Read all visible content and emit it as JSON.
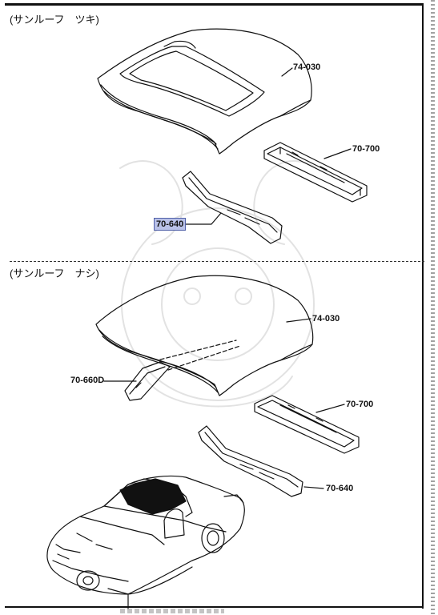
{
  "sections": [
    {
      "label": "(サンルーフ　ツキ)"
    },
    {
      "label": "(サンルーフ　ナシ)"
    }
  ],
  "parts": {
    "top_roof": "74-030",
    "top_front_rail": "70-700",
    "top_rear_rail": "70-640",
    "bottom_roof": "74-030",
    "bottom_rear_member": "70-660D",
    "bottom_front_rail": "70-700",
    "bottom_rear_rail": "70-640"
  },
  "colors": {
    "line": "#111111",
    "highlight": "#b9c1e8",
    "roof_fill": "#111111"
  }
}
